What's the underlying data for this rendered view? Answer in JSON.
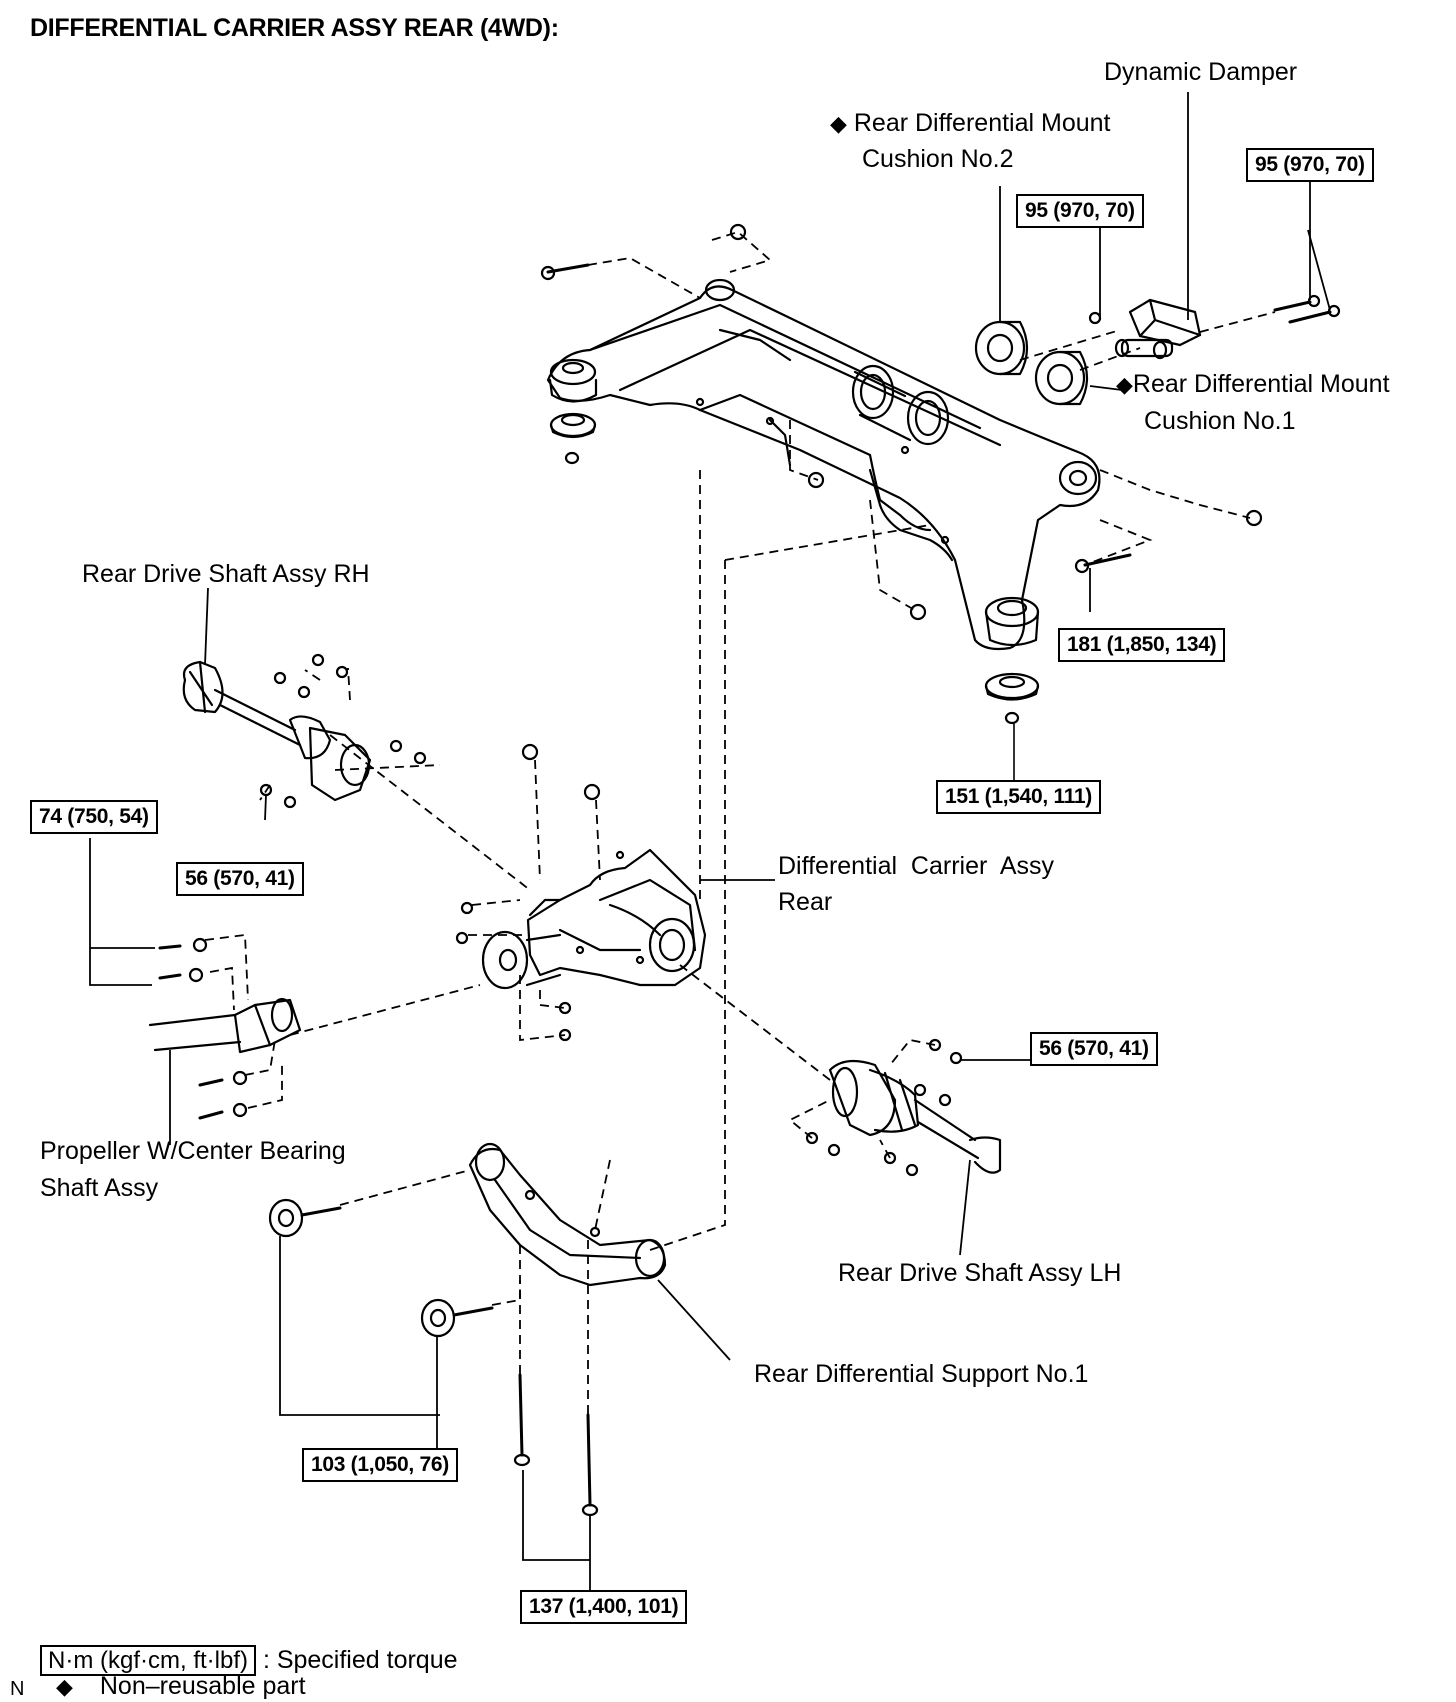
{
  "title": "DIFFERENTIAL CARRIER ASSY REAR (4WD):",
  "labels": {
    "dynamic_damper": "Dynamic Damper",
    "cushion2_line1": "Rear Differential Mount",
    "cushion2_line2": "Cushion No.2",
    "cushion1_line1": "Rear Differential Mount",
    "cushion1_line2": "Cushion No.1",
    "shaft_rh": "Rear Drive Shaft Assy RH",
    "carrier_line1": "Differential  Carrier  Assy",
    "carrier_line2": "Rear",
    "propeller_line1": "Propeller W/Center Bearing",
    "propeller_line2": "Shaft Assy",
    "shaft_lh": "Rear Drive Shaft Assy LH",
    "support": "Rear Differential Support No.1"
  },
  "torques": {
    "t95a": "95 (970, 70)",
    "t95b": "95 (970, 70)",
    "t181": "181 (1,850, 134)",
    "t151": "151 (1,540, 111)",
    "t74": "74 (750, 54)",
    "t56a": "56 (570, 41)",
    "t56b": "56 (570, 41)",
    "t103": "103 (1,050, 76)",
    "t137": "137 (1,400, 101)"
  },
  "legend": {
    "torque_unit": "N·m (kgf·cm, ft·lbf)",
    "torque_text": ": Specified torque",
    "nonreuse_symbol": "◆",
    "nonreuse_text": "Non–reusable part",
    "corner_mark": "N"
  }
}
